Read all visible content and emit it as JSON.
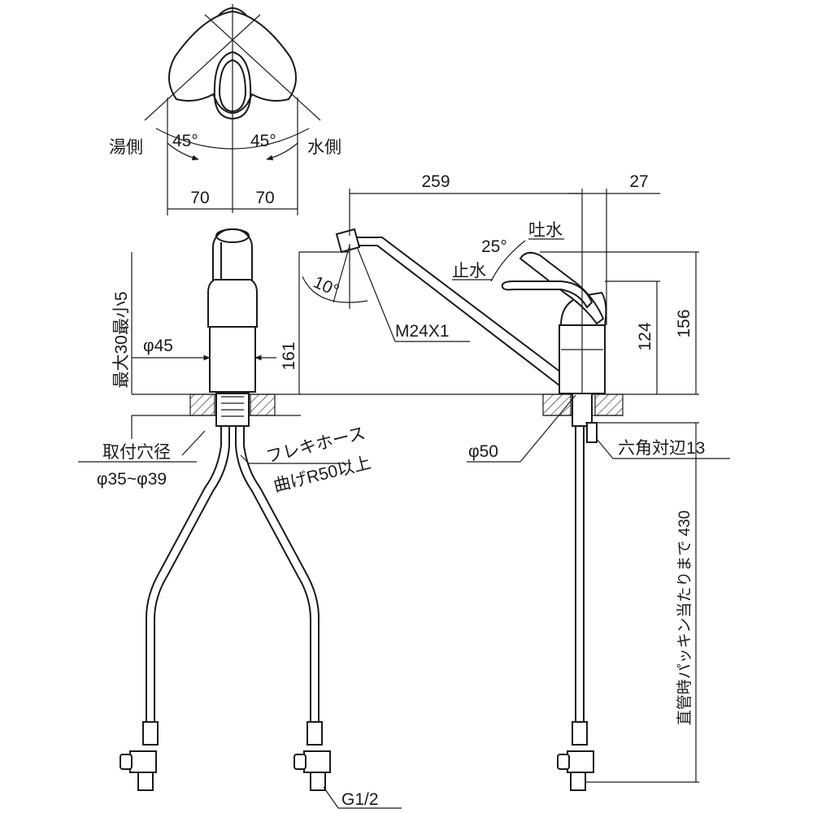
{
  "top_view": {
    "hot_side": "湯側",
    "cold_side": "水側",
    "angle_left": "45°",
    "angle_right": "45°",
    "width_left": "70",
    "width_right": "70"
  },
  "front_view": {
    "thickness_range": "最大30最小5",
    "body_diameter": "φ45",
    "mount_hole_title": "取付穴径",
    "mount_hole_range": "φ35~φ39",
    "hose_title": "フレキホース",
    "hose_bend": "曲げR50以上",
    "thread": "G1/2"
  },
  "side_view": {
    "spout_reach": "259",
    "lever_offset": "27",
    "lever_angle": "25°",
    "water_out": "吐水",
    "water_stop": "止水",
    "spout_angle": "10°",
    "spout_thread": "M24X1",
    "spout_height": "161",
    "lever_height": "124",
    "total_height": "156",
    "base_diameter": "φ50",
    "hex_size": "六角対辺13",
    "pipe_length": "直管時パッキン当たりまで 430"
  }
}
